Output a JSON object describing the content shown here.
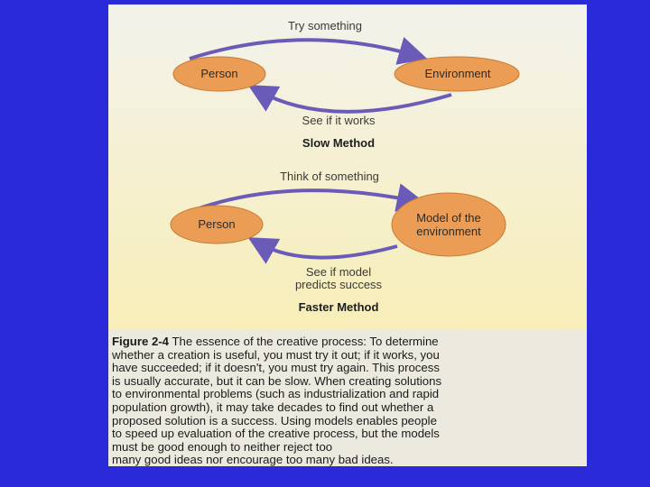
{
  "colors": {
    "background": "#2a2ad8",
    "ellipse_fill": "#eb9d55",
    "ellipse_stroke": "#c97a34",
    "arrow": "#6b5bb8"
  },
  "slow": {
    "top_label": "Try something",
    "bottom_label": "See if it works",
    "method": "Slow Method",
    "left_node": "Person",
    "right_node": "Environment"
  },
  "fast": {
    "top_label": "Think of something",
    "bottom_label_line1": "See if model",
    "bottom_label_line2": "predicts success",
    "method": "Faster Method",
    "left_node": "Person",
    "right_node_line1": "Model of the",
    "right_node_line2": "environment"
  },
  "caption": {
    "figure_number": "Figure 2-4",
    "lines": [
      " The essence of the creative process: To determine",
      "whether a creation is useful, you must try it out; if it works, you",
      "have succeeded; if it doesn't, you must try again. This process",
      "is usually accurate, but it can be slow. When creating solutions",
      "to environmental problems (such as industrialization and rapid",
      "population growth), it may take decades to find out whether a",
      "proposed solution is a success. Using models enables people",
      "to speed up evaluation of the creative process, but the models",
      "must be good enough to neither reject too",
      "many good ideas nor encourage too many bad ideas."
    ]
  }
}
